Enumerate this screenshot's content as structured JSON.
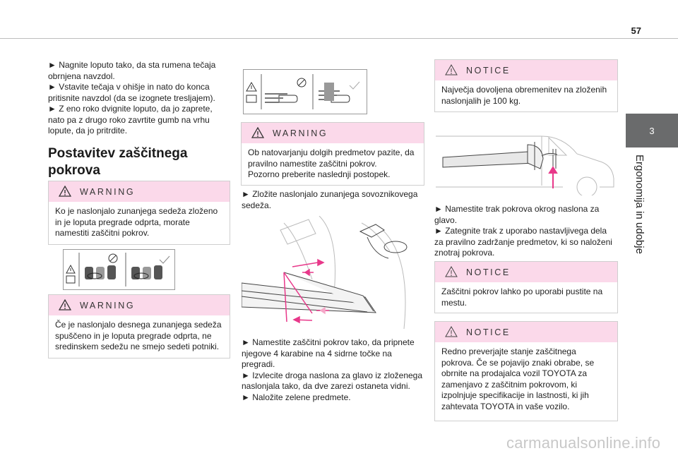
{
  "page_number": "57",
  "chapter_tab": "3",
  "chapter_title": "Ergonomija in udobje",
  "col1": {
    "intro": [
      "► Nagnite loputo tako, da sta rumena tečaja obrnjena navzdol.",
      "► Vstavite tečaja v ohišje in nato do konca pritisnite navzdol (da se izognete tresljajem).",
      "► Z eno roko dvignite loputo, da jo zaprete, nato pa z drugo roko zavrtite gumb na vrhu lopute, da jo pritrdite."
    ],
    "heading": "Postavitev zaščitnega pokrova",
    "warning1": {
      "label": "WARNING",
      "text": "Ko je naslonjalo zunanjega sedeža zloženo in je loputa pregrade odprta, morate namestiti zaščitni pokrov."
    },
    "warning2": {
      "label": "WARNING",
      "text": "Če je naslonjalo desnega zunanjega sedeža spuščeno in je loputa pregrade odprta, ne sredinskem sedežu ne smejo sedeti potniki."
    }
  },
  "col2": {
    "warning": {
      "label": "WARNING",
      "text1": "Ob natovarjanju dolgih predmetov pazite, da pravilno namestite zaščitni pokrov.",
      "text2": "Pozorno preberite naslednji postopek."
    },
    "step1": "► Zložite naslonjalo zunanjega sovoznikovega sedeža.",
    "steps": [
      "► Namestite zaščitni pokrov tako, da pripnete njegove 4 karabine na 4 sidrne točke na pregradi.",
      "► Izvlecite droga naslona za glavo iz zloženega naslonjala tako, da dve zarezi ostaneta vidni.",
      "► Naložite zelene predmete."
    ]
  },
  "col3": {
    "notice1": {
      "label": "NOTICE",
      "text": "Največja dovoljena obremenitev na zloženih naslonjalih je 100 kg."
    },
    "steps": [
      "► Namestite trak pokrova okrog naslona za glavo.",
      "► Zategnite trak z uporabo nastavljivega dela za pravilno zadržanje predmetov, ki so naloženi znotraj pokrova."
    ],
    "notice2": {
      "label": "NOTICE",
      "text": "Zaščitni pokrov lahko po uporabi pustite na mestu."
    },
    "notice3": {
      "label": "NOTICE",
      "text": "Redno preverjajte stanje zaščitnega pokrova. Če se pojavijo znaki obrabe, se obrnite na prodajalca vozil TOYOTA za zamenjavo z zaščitnim pokrovom, ki izpolnjuje specifikacije in lastnosti, ki jih zahtevata TOYOTA in vaše vozilo."
    }
  },
  "footer": "carmanualsonline.info",
  "colors": {
    "header_pink": "#fbd9ea",
    "tab_grey": "#6a6b6c",
    "arrow_pink": "#e8388a"
  }
}
